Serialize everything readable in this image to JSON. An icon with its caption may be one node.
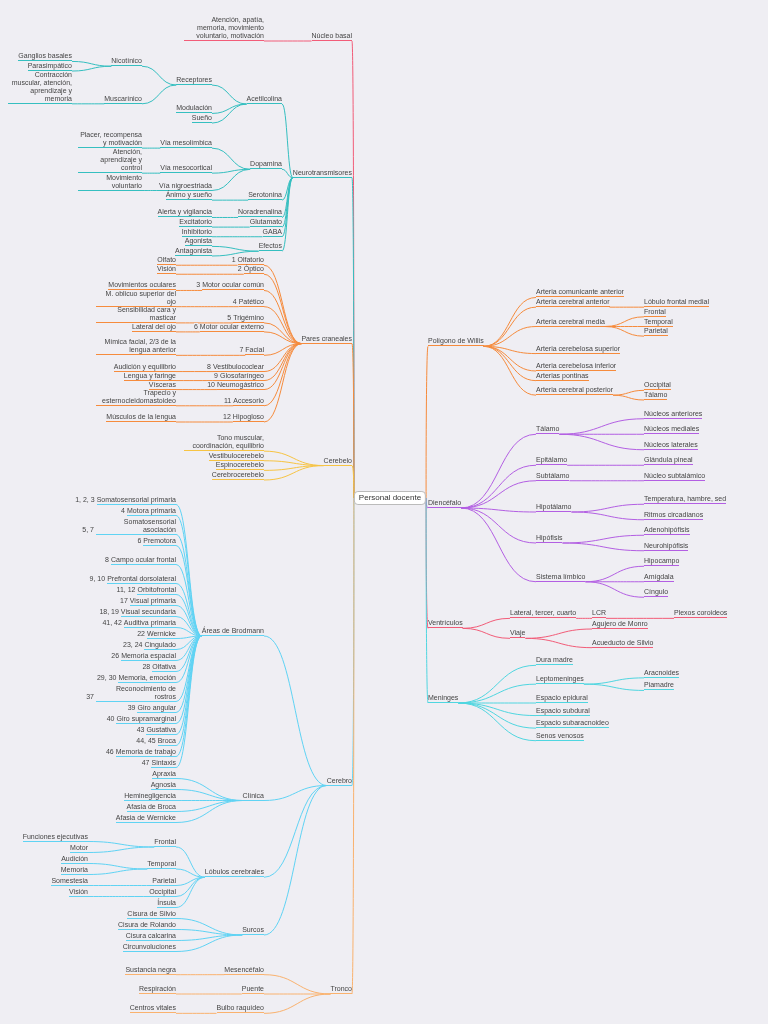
{
  "diagram": {
    "nodes": [
      {
        "text": [
          "Personal docente"
        ]
      },
      {
        "text": [
          "Núcleo basal"
        ]
      },
      {
        "text": [
          "Atención, apatía, memoria, movimiento voluntario, motivación"
        ]
      },
      {
        "text": [
          "Neurotransmisores"
        ]
      },
      {
        "text": [
          "Acetilcolina"
        ]
      },
      {
        "text": [
          "Receptores"
        ]
      },
      {
        "text": [
          "Nicotínico"
        ]
      },
      {
        "text": [
          "Ganglios basales"
        ]
      },
      {
        "text": [
          "Parasimpático"
        ]
      },
      {
        "text": [
          "Muscarínico"
        ]
      },
      {
        "text": [
          "Contracción muscular, atención, aprendizaje y memoria"
        ]
      },
      {
        "text": [
          "Modulación"
        ]
      },
      {
        "text": [
          "Sueño"
        ]
      },
      {
        "text": [
          "Dopamina"
        ]
      },
      {
        "text": [
          "Vía mesolímbica"
        ]
      },
      {
        "text": [
          "Placer, recompensa y motivación"
        ]
      },
      {
        "text": [
          "Vía mesocortical"
        ]
      },
      {
        "text": [
          "Atención, aprendizaje y control"
        ]
      },
      {
        "text": [
          "Vía nigroestriada"
        ]
      },
      {
        "text": [
          "Movimiento voluntario"
        ]
      },
      {
        "text": [
          "Serotonina"
        ]
      },
      {
        "text": [
          "Ánimo y sueño"
        ]
      },
      {
        "text": [
          "Noradrenalina"
        ]
      },
      {
        "text": [
          "Alerta y vigilancia"
        ]
      },
      {
        "text": [
          "Glutamato"
        ]
      },
      {
        "text": [
          "Excitatorio"
        ]
      },
      {
        "text": [
          "GABA"
        ]
      },
      {
        "text": [
          "Inhibitorio"
        ]
      },
      {
        "text": [
          "Efectos"
        ]
      },
      {
        "text": [
          "Agonista"
        ]
      },
      {
        "text": [
          "Antagonista"
        ]
      },
      {
        "text": [
          "Pares craneales"
        ]
      },
      {
        "text": [
          "Olfatorio"
        ],
        "beside": [
          "1"
        ]
      },
      {
        "text": [
          "Olfato"
        ]
      },
      {
        "text": [
          "Óptico"
        ],
        "beside": [
          "2"
        ]
      },
      {
        "text": [
          "Visión"
        ]
      },
      {
        "text": [
          "Motor ocular común"
        ],
        "beside": [
          "3"
        ]
      },
      {
        "text": [
          "Movimientos oculares"
        ]
      },
      {
        "text": [
          "Patético"
        ],
        "beside": [
          "4"
        ]
      },
      {
        "text": [
          "M. oblicuo superior del ojo"
        ]
      },
      {
        "text": [
          "Trigémino"
        ],
        "beside": [
          "5"
        ]
      },
      {
        "text": [
          "Sensibilidad cara y masticar"
        ]
      },
      {
        "text": [
          "Motor ocular externo"
        ],
        "beside": [
          "6"
        ]
      },
      {
        "text": [
          "Lateral del ojo"
        ]
      },
      {
        "text": [
          "Facial"
        ],
        "beside": [
          "7"
        ]
      },
      {
        "text": [
          "Mímica facial, 2/3 de la lengua anterior"
        ]
      },
      {
        "text": [
          "Vestibulococlear"
        ],
        "beside": [
          "8"
        ]
      },
      {
        "text": [
          "Audición y equilibrio"
        ]
      },
      {
        "text": [
          "Glosofaríngeo"
        ],
        "beside": [
          "9"
        ]
      },
      {
        "text": [
          "Lengua y faringe"
        ]
      },
      {
        "text": [
          "Neumogástrico"
        ],
        "beside": [
          "10"
        ]
      },
      {
        "text": [
          "Vísceras"
        ]
      },
      {
        "text": [
          "Accesorio"
        ],
        "beside": [
          "11"
        ]
      },
      {
        "text": [
          "Trapecio y esternocleidomastoideo"
        ]
      },
      {
        "text": [
          "Hipogloso"
        ],
        "beside": [
          "12"
        ]
      },
      {
        "text": [
          "Músculos de la lengua"
        ]
      },
      {
        "text": [
          "Cerebelo"
        ]
      },
      {
        "text": [
          "Tono muscular, coordinación, equilibrio"
        ]
      },
      {
        "text": [
          "Vestibulocerebelo"
        ]
      },
      {
        "text": [
          "Espinocerebelo"
        ]
      },
      {
        "text": [
          "Cerebrocerebelo"
        ]
      },
      {
        "text": [
          "Cerebro"
        ]
      },
      {
        "text": [
          "Áreas de Brodmann"
        ]
      },
      {
        "text": [
          "Somatosensorial primaria"
        ],
        "beside": [
          "1, 2, 3"
        ]
      },
      {
        "text": [
          "Motora primaria"
        ],
        "beside": [
          "4"
        ]
      },
      {
        "text": [
          "Somatosensorial asociación"
        ],
        "beside": [
          "5, 7"
        ]
      },
      {
        "text": [
          "Premotora"
        ],
        "beside": [
          "6"
        ]
      },
      {
        "text": [
          "Campo ocular frontal"
        ],
        "beside": [
          "8"
        ]
      },
      {
        "text": [
          "Prefrontal dorsolateral"
        ],
        "beside": [
          "9, 10"
        ]
      },
      {
        "text": [
          "Orbitofrontal"
        ],
        "beside": [
          "11, 12"
        ]
      },
      {
        "text": [
          "Visual primaria"
        ],
        "beside": [
          "17"
        ]
      },
      {
        "text": [
          "Visual secundaria"
        ],
        "beside": [
          "18, 19"
        ]
      },
      {
        "text": [
          "Auditiva primaria"
        ],
        "beside": [
          "41, 42"
        ]
      },
      {
        "text": [
          "Wernicke"
        ],
        "beside": [
          "22"
        ]
      },
      {
        "text": [
          "Cingulado"
        ],
        "beside": [
          "23, 24"
        ]
      },
      {
        "text": [
          "Memoria espacial"
        ],
        "beside": [
          "26"
        ]
      },
      {
        "text": [
          "Olfativa"
        ],
        "beside": [
          "28"
        ]
      },
      {
        "text": [
          "Memoria, emoción"
        ],
        "beside": [
          "29, 30"
        ]
      },
      {
        "text": [
          "Reconocimiento de rostros"
        ],
        "beside": [
          "37"
        ]
      },
      {
        "text": [
          "Giro angular"
        ],
        "beside": [
          "39"
        ]
      },
      {
        "text": [
          "Giro supramarginal"
        ],
        "beside": [
          "40"
        ]
      },
      {
        "text": [
          "Gustativa"
        ],
        "beside": [
          "43"
        ]
      },
      {
        "text": [
          "Broca"
        ],
        "beside": [
          "44, 45"
        ]
      },
      {
        "text": [
          "Memoria de trabajo"
        ],
        "beside": [
          "46"
        ]
      },
      {
        "text": [
          "Sintaxis"
        ],
        "beside": [
          "47"
        ]
      },
      {
        "text": [
          "Clínica"
        ]
      },
      {
        "text": [
          "Apraxia"
        ]
      },
      {
        "text": [
          "Agnosia"
        ]
      },
      {
        "text": [
          "Heminegligencia"
        ]
      },
      {
        "text": [
          "Afasia de Broca"
        ]
      },
      {
        "text": [
          "Afasia de Wernicke"
        ]
      },
      {
        "text": [
          "Lóbulos cerebrales"
        ]
      },
      {
        "text": [
          "Frontal"
        ]
      },
      {
        "text": [
          "Funciones ejecutivas"
        ]
      },
      {
        "text": [
          "Motor"
        ]
      },
      {
        "text": [
          "Temporal"
        ]
      },
      {
        "text": [
          "Audición"
        ]
      },
      {
        "text": [
          "Memoria"
        ]
      },
      {
        "text": [
          "Parietal"
        ]
      },
      {
        "text": [
          "Somestesia"
        ]
      },
      {
        "text": [
          "Occipital"
        ]
      },
      {
        "text": [
          "Visión"
        ]
      },
      {
        "text": [
          "Ínsula"
        ]
      },
      {
        "text": [
          "Surcos"
        ]
      },
      {
        "text": [
          "Cisura de Silvio"
        ]
      },
      {
        "text": [
          "Cisura de Rolando"
        ]
      },
      {
        "text": [
          "Cisura calcarina"
        ]
      },
      {
        "text": [
          "Circunvoluciones"
        ]
      },
      {
        "text": [
          "Tronco"
        ]
      },
      {
        "text": [
          "Mesencéfalo"
        ]
      },
      {
        "text": [
          "Sustancia negra"
        ]
      },
      {
        "text": [
          "Puente"
        ]
      },
      {
        "text": [
          "Respiración"
        ]
      },
      {
        "text": [
          "Bulbo raquídeo"
        ]
      },
      {
        "text": [
          "Centros vitales"
        ]
      },
      {
        "text": [
          "Polígono de Willis"
        ]
      },
      {
        "text": [
          "Arteria comunicante anterior"
        ]
      },
      {
        "text": [
          "Arteria cerebral anterior"
        ]
      },
      {
        "text": [
          "Lóbulo frontal medial"
        ]
      },
      {
        "text": [
          "Arteria cerebral media"
        ]
      },
      {
        "text": [
          "Frontal"
        ]
      },
      {
        "text": [
          "Temporal"
        ]
      },
      {
        "text": [
          "Parietal"
        ]
      },
      {
        "text": [
          "Arteria cerebelosa superior"
        ]
      },
      {
        "text": [
          "Arteria cerebelosa inferior"
        ]
      },
      {
        "text": [
          "Arterias pontinas"
        ]
      },
      {
        "text": [
          "Arteria cerebral posterior"
        ]
      },
      {
        "text": [
          "Occipital"
        ]
      },
      {
        "text": [
          "Tálamo"
        ]
      },
      {
        "text": [
          "Diencéfalo"
        ]
      },
      {
        "text": [
          "Tálamo"
        ]
      },
      {
        "text": [
          "Núcleos anteriores"
        ]
      },
      {
        "text": [
          "Núcleos mediales"
        ]
      },
      {
        "text": [
          "Núcleos laterales"
        ]
      },
      {
        "text": [
          "Epitálamo"
        ]
      },
      {
        "text": [
          "Glándula pineal"
        ]
      },
      {
        "text": [
          "Subtálamo"
        ]
      },
      {
        "text": [
          "Núcleo subtalámico"
        ]
      },
      {
        "text": [
          "Hipotálamo"
        ]
      },
      {
        "text": [
          "Temperatura, hambre, sed"
        ]
      },
      {
        "text": [
          "Ritmos circadianos"
        ]
      },
      {
        "text": [
          "Hipófisis"
        ]
      },
      {
        "text": [
          "Adenohipófisis"
        ]
      },
      {
        "text": [
          "Neurohipófisis"
        ]
      },
      {
        "text": [
          "Sistema límbico"
        ]
      },
      {
        "text": [
          "Hipocampo"
        ]
      },
      {
        "text": [
          "Amígdala"
        ]
      },
      {
        "text": [
          "Cíngulo"
        ]
      },
      {
        "text": [
          "Ventrículos"
        ]
      },
      {
        "text": [
          "Lateral, tercer, cuarto"
        ]
      },
      {
        "text": [
          "LCR"
        ]
      },
      {
        "text": [
          "Plexos coroideos"
        ]
      },
      {
        "text": [
          "Viaje"
        ]
      },
      {
        "text": [
          "Agujero de Monro"
        ]
      },
      {
        "text": [
          "Acueducto de Silvio"
        ]
      },
      {
        "text": [
          "Meninges"
        ]
      },
      {
        "text": [
          "Dura madre"
        ]
      },
      {
        "text": [
          "Leptomeninges"
        ]
      },
      {
        "text": [
          "Aracnoides"
        ]
      },
      {
        "text": [
          "Piamadre"
        ]
      },
      {
        "text": [
          "Espacio epidural"
        ]
      },
      {
        "text": [
          "Espacio subdural"
        ]
      },
      {
        "text": [
          "Espacio subaracnoideo"
        ]
      },
      {
        "text": [
          "Senos venosos"
        ]
      }
    ],
    "edges": [
      {
        "from": 0,
        "to": 1,
        "arrow": "none",
        "color": "#f25c78"
      },
      {
        "from": 1,
        "to": 2,
        "arrow": "none",
        "color": "#f25c78"
      },
      {
        "from": 0,
        "to": 3,
        "arrow": "none",
        "color": "#35bfc0"
      },
      {
        "from": 3,
        "to": 4,
        "arrow": "none",
        "color": "#35bfc0"
      },
      {
        "from": 4,
        "to": 5,
        "arrow": "none",
        "color": "#35bfc0"
      },
      {
        "from": 5,
        "to": 6,
        "arrow": "none",
        "color": "#35bfc0"
      },
      {
        "from": 6,
        "to": 7,
        "arrow": "none",
        "color": "#35bfc0"
      },
      {
        "from": 6,
        "to": 8,
        "arrow": "none",
        "color": "#35bfc0"
      },
      {
        "from": 5,
        "to": 9,
        "arrow": "none",
        "color": "#35bfc0"
      },
      {
        "from": 9,
        "to": 10,
        "arrow": "none",
        "color": "#35bfc0"
      },
      {
        "from": 4,
        "to": 11,
        "arrow": "none",
        "color": "#35bfc0"
      },
      {
        "from": 4,
        "to": 12,
        "arrow": "none",
        "color": "#35bfc0"
      },
      {
        "from": 3,
        "to": 13,
        "arrow": "none",
        "color": "#35bfc0"
      },
      {
        "from": 13,
        "to": 14,
        "arrow": "none",
        "color": "#35bfc0"
      },
      {
        "from": 14,
        "to": 15,
        "arrow": "none",
        "color": "#35bfc0"
      },
      {
        "from": 13,
        "to": 16,
        "arrow": "none",
        "color": "#35bfc0"
      },
      {
        "from": 16,
        "to": 17,
        "arrow": "none",
        "color": "#35bfc0"
      },
      {
        "from": 13,
        "to": 18,
        "arrow": "none",
        "color": "#35bfc0"
      },
      {
        "from": 18,
        "to": 19,
        "arrow": "none",
        "color": "#35bfc0"
      },
      {
        "from": 3,
        "to": 20,
        "arrow": "none",
        "color": "#35bfc0"
      },
      {
        "from": 20,
        "to": 21,
        "arrow": "none",
        "color": "#35bfc0"
      },
      {
        "from": 3,
        "to": 22,
        "arrow": "none",
        "color": "#35bfc0"
      },
      {
        "from": 22,
        "to": 23,
        "arrow": "none",
        "color": "#35bfc0"
      },
      {
        "from": 3,
        "to": 24,
        "arrow": "none",
        "color": "#35bfc0"
      },
      {
        "from": 24,
        "to": 25,
        "arrow": "none",
        "color": "#35bfc0"
      },
      {
        "from": 3,
        "to": 26,
        "arrow": "none",
        "color": "#35bfc0"
      },
      {
        "from": 26,
        "to": 27,
        "arrow": "none",
        "color": "#35bfc0"
      },
      {
        "from": 3,
        "to": 28,
        "arrow": "none",
        "color": "#35bfc0"
      },
      {
        "from": 28,
        "to": 29,
        "arrow": "none",
        "color": "#35bfc0"
      },
      {
        "from": 28,
        "to": 30,
        "arrow": "none",
        "color": "#35bfc0"
      },
      {
        "from": 0,
        "to": 31,
        "arrow": "none",
        "color": "#f68b3c"
      },
      {
        "from": 31,
        "to": 32,
        "arrow": "none",
        "color": "#f68b3c"
      },
      {
        "from": 32,
        "to": 33,
        "arrow": "none",
        "color": "#f68b3c"
      },
      {
        "from": 31,
        "to": 34,
        "arrow": "none",
        "color": "#f68b3c"
      },
      {
        "from": 34,
        "to": 35,
        "arrow": "none",
        "color": "#f68b3c"
      },
      {
        "from": 31,
        "to": 36,
        "arrow": "none",
        "color": "#f68b3c"
      },
      {
        "from": 36,
        "to": 37,
        "arrow": "none",
        "color": "#f68b3c"
      },
      {
        "from": 31,
        "to": 38,
        "arrow": "none",
        "color": "#f68b3c"
      },
      {
        "from": 38,
        "to": 39,
        "arrow": "none",
        "color": "#f68b3c"
      },
      {
        "from": 31,
        "to": 40,
        "arrow": "none",
        "color": "#f68b3c"
      },
      {
        "from": 40,
        "to": 41,
        "arrow": "none",
        "color": "#f68b3c"
      },
      {
        "from": 31,
        "to": 42,
        "arrow": "none",
        "color": "#f68b3c"
      },
      {
        "from": 42,
        "to": 43,
        "arrow": "none",
        "color": "#f68b3c"
      },
      {
        "from": 31,
        "to": 44,
        "arrow": "none",
        "color": "#f68b3c"
      },
      {
        "from": 44,
        "to": 45,
        "arrow": "none",
        "color": "#f68b3c"
      },
      {
        "from": 31,
        "to": 46,
        "arrow": "none",
        "color": "#f68b3c"
      },
      {
        "from": 46,
        "to": 47,
        "arrow": "none",
        "color": "#f68b3c"
      },
      {
        "from": 31,
        "to": 48,
        "arrow": "none",
        "color": "#f68b3c"
      },
      {
        "from": 48,
        "to": 49,
        "arrow": "none",
        "color": "#f68b3c"
      },
      {
        "from": 31,
        "to": 50,
        "arrow": "none",
        "color": "#f68b3c"
      },
      {
        "from": 50,
        "to": 51,
        "arrow": "none",
        "color": "#f68b3c"
      },
      {
        "from": 31,
        "to": 52,
        "arrow": "none",
        "color": "#f68b3c"
      },
      {
        "from": 52,
        "to": 53,
        "arrow": "none",
        "color": "#f68b3c"
      },
      {
        "from": 31,
        "to": 54,
        "arrow": "none",
        "color": "#f68b3c"
      },
      {
        "from": 54,
        "to": 55,
        "arrow": "none",
        "color": "#f68b3c"
      },
      {
        "from": 0,
        "to": 56,
        "arrow": "none",
        "color": "#f7c443"
      },
      {
        "from": 56,
        "to": 57,
        "arrow": "none",
        "color": "#f7c443"
      },
      {
        "from": 56,
        "to": 58,
        "arrow": "none",
        "color": "#f7c443"
      },
      {
        "from": 56,
        "to": 59,
        "arrow": "none",
        "color": "#f7c443"
      },
      {
        "from": 56,
        "to": 60,
        "arrow": "none",
        "color": "#f7c443"
      },
      {
        "from": 0,
        "to": 61,
        "arrow": "none"
      },
      {
        "from": 61,
        "to": 62,
        "arrow": "none"
      },
      {
        "from": 62,
        "to": 63,
        "arrow": "none"
      },
      {
        "from": 62,
        "to": 64,
        "arrow": "none"
      },
      {
        "from": 62,
        "to": 65,
        "arrow": "none"
      },
      {
        "from": 62,
        "to": 66,
        "arrow": "none"
      },
      {
        "from": 62,
        "to": 67,
        "arrow": "none"
      },
      {
        "from": 62,
        "to": 68,
        "arrow": "none"
      },
      {
        "from": 62,
        "to": 69,
        "arrow": "none"
      },
      {
        "from": 62,
        "to": 70,
        "arrow": "none"
      },
      {
        "from": 62,
        "to": 71,
        "arrow": "none"
      },
      {
        "from": 62,
        "to": 72,
        "arrow": "none"
      },
      {
        "from": 62,
        "to": 73,
        "arrow": "none"
      },
      {
        "from": 62,
        "to": 74,
        "arrow": "none"
      },
      {
        "from": 62,
        "to": 75,
        "arrow": "none"
      },
      {
        "from": 62,
        "to": 76,
        "arrow": "none"
      },
      {
        "from": 62,
        "to": 77,
        "arrow": "none"
      },
      {
        "from": 62,
        "to": 78,
        "arrow": "none"
      },
      {
        "from": 62,
        "to": 79,
        "arrow": "none"
      },
      {
        "from": 62,
        "to": 80,
        "arrow": "none"
      },
      {
        "from": 62,
        "to": 81,
        "arrow": "none"
      },
      {
        "from": 62,
        "to": 82,
        "arrow": "none"
      },
      {
        "from": 62,
        "to": 83,
        "arrow": "none"
      },
      {
        "from": 62,
        "to": 84,
        "arrow": "none"
      },
      {
        "from": 61,
        "to": 85,
        "arrow": "none"
      },
      {
        "from": 85,
        "to": 86,
        "arrow": "none"
      },
      {
        "from": 85,
        "to": 87,
        "arrow": "none"
      },
      {
        "from": 85,
        "to": 88,
        "arrow": "none"
      },
      {
        "from": 85,
        "to": 89,
        "arrow": "none"
      },
      {
        "from": 85,
        "to": 90,
        "arrow": "none"
      },
      {
        "from": 61,
        "to": 91,
        "arrow": "none"
      },
      {
        "from": 91,
        "to": 92,
        "arrow": "none"
      },
      {
        "from": 92,
        "to": 93,
        "arrow": "none"
      },
      {
        "from": 92,
        "to": 94,
        "arrow": "none"
      },
      {
        "from": 91,
        "to": 95,
        "arrow": "none"
      },
      {
        "from": 95,
        "to": 96,
        "arrow": "none"
      },
      {
        "from": 95,
        "to": 97,
        "arrow": "none"
      },
      {
        "from": 91,
        "to": 98,
        "arrow": "none"
      },
      {
        "from": 98,
        "to": 99,
        "arrow": "none"
      },
      {
        "from": 91,
        "to": 100,
        "arrow": "none"
      },
      {
        "from": 100,
        "to": 101,
        "arrow": "none"
      },
      {
        "from": 91,
        "to": 102,
        "arrow": "none"
      },
      {
        "from": 61,
        "to": 103,
        "arrow": "none"
      },
      {
        "from": 103,
        "to": 104,
        "arrow": "none"
      },
      {
        "from": 103,
        "to": 105,
        "arrow": "none"
      },
      {
        "from": 103,
        "to": 106,
        "arrow": "none"
      },
      {
        "from": 103,
        "to": 107,
        "arrow": "none"
      },
      {
        "from": 0,
        "to": 108,
        "arrow": "none",
        "color": "#fab26e"
      },
      {
        "from": 108,
        "to": 109,
        "arrow": "none",
        "color": "#fab26e"
      },
      {
        "from": 109,
        "to": 110,
        "arrow": "none",
        "color": "#fab26e"
      },
      {
        "from": 108,
        "to": 111,
        "arrow": "none",
        "color": "#fab26e"
      },
      {
        "from": 111,
        "to": 112,
        "arrow": "none",
        "color": "#fab26e"
      },
      {
        "from": 108,
        "to": 113,
        "arrow": "none",
        "color": "#fab26e"
      },
      {
        "from": 113,
        "to": 114,
        "arrow": "none",
        "color": "#fab26e"
      },
      {
        "from": 0,
        "to": 115,
        "arrow": "none",
        "color": "#f68b3c"
      },
      {
        "from": 115,
        "to": 116,
        "arrow": "none",
        "color": "#f68b3c"
      },
      {
        "from": 115,
        "to": 117,
        "arrow": "none",
        "color": "#f68b3c"
      },
      {
        "from": 117,
        "to": 118,
        "arrow": "none",
        "color": "#f68b3c"
      },
      {
        "from": 115,
        "to": 119,
        "arrow": "none",
        "color": "#f68b3c"
      },
      {
        "from": 119,
        "to": 120,
        "arrow": "none",
        "color": "#f68b3c"
      },
      {
        "from": 119,
        "to": 121,
        "arrow": "none",
        "color": "#f68b3c"
      },
      {
        "from": 119,
        "to": 122,
        "arrow": "none",
        "color": "#f68b3c"
      },
      {
        "from": 115,
        "to": 123,
        "arrow": "none",
        "color": "#f68b3c"
      },
      {
        "from": 115,
        "to": 124,
        "arrow": "none",
        "color": "#f68b3c"
      },
      {
        "from": 115,
        "to": 125,
        "arrow": "none",
        "color": "#f68b3c"
      },
      {
        "from": 115,
        "to": 126,
        "arrow": "none",
        "color": "#f68b3c"
      },
      {
        "from": 126,
        "to": 127,
        "arrow": "none",
        "color": "#f68b3c"
      },
      {
        "from": 126,
        "to": 128,
        "arrow": "none",
        "color": "#f68b3c"
      },
      {
        "from": 0,
        "to": 129,
        "arrow": "none",
        "color": "#b35fe3"
      },
      {
        "from": 129,
        "to": 130,
        "arrow": "none",
        "color": "#b35fe3"
      },
      {
        "from": 130,
        "to": 131,
        "arrow": "none",
        "color": "#b35fe3"
      },
      {
        "from": 130,
        "to": 132,
        "arrow": "none",
        "color": "#b35fe3"
      },
      {
        "from": 130,
        "to": 133,
        "arrow": "none",
        "color": "#b35fe3"
      },
      {
        "from": 129,
        "to": 134,
        "arrow": "none",
        "color": "#b35fe3"
      },
      {
        "from": 134,
        "to": 135,
        "arrow": "none",
        "color": "#b35fe3"
      },
      {
        "from": 129,
        "to": 136,
        "arrow": "none",
        "color": "#b35fe3"
      },
      {
        "from": 136,
        "to": 137,
        "arrow": "none",
        "color": "#b35fe3"
      },
      {
        "from": 129,
        "to": 138,
        "arrow": "none",
        "color": "#b35fe3"
      },
      {
        "from": 138,
        "to": 139,
        "arrow": "none",
        "color": "#b35fe3"
      },
      {
        "from": 138,
        "to": 140,
        "arrow": "none",
        "color": "#b35fe3"
      },
      {
        "from": 129,
        "to": 141,
        "arrow": "none",
        "color": "#b35fe3"
      },
      {
        "from": 141,
        "to": 142,
        "arrow": "none",
        "color": "#b35fe3"
      },
      {
        "from": 141,
        "to": 143,
        "arrow": "none",
        "color": "#b35fe3"
      },
      {
        "from": 129,
        "to": 144,
        "arrow": "none",
        "color": "#b35fe3"
      },
      {
        "from": 144,
        "to": 145,
        "arrow": "none",
        "color": "#b35fe3"
      },
      {
        "from": 144,
        "to": 146,
        "arrow": "none",
        "color": "#b35fe3"
      },
      {
        "from": 144,
        "to": 147,
        "arrow": "none",
        "color": "#b35fe3"
      },
      {
        "from": 0,
        "to": 148,
        "arrow": "none",
        "color": "#f25c78"
      },
      {
        "from": 148,
        "to": 149,
        "arrow": "none",
        "color": "#f25c78"
      },
      {
        "from": 149,
        "to": 150,
        "arrow": "none",
        "color": "#f25c78"
      },
      {
        "from": 150,
        "to": 151,
        "arrow": "none",
        "color": "#f25c78"
      },
      {
        "from": 148,
        "to": 152,
        "arrow": "none",
        "color": "#f25c78"
      },
      {
        "from": 152,
        "to": 153,
        "arrow": "none",
        "color": "#f25c78"
      },
      {
        "from": 152,
        "to": 154,
        "arrow": "none",
        "color": "#f25c78"
      },
      {
        "from": 0,
        "to": 155,
        "arrow": "none",
        "color": "#4fd6e0"
      },
      {
        "from": 155,
        "to": 156,
        "arrow": "none",
        "color": "#4fd6e0"
      },
      {
        "from": 155,
        "to": 157,
        "arrow": "none",
        "color": "#4fd6e0"
      },
      {
        "from": 157,
        "to": 158,
        "arrow": "none",
        "color": "#4fd6e0"
      },
      {
        "from": 157,
        "to": 159,
        "arrow": "none",
        "color": "#4fd6e0"
      },
      {
        "from": 155,
        "to": 160,
        "arrow": "none",
        "color": "#4fd6e0"
      },
      {
        "from": 155,
        "to": 161,
        "arrow": "none",
        "color": "#4fd6e0"
      },
      {
        "from": 155,
        "to": 162,
        "arrow": "none",
        "color": "#4fd6e0"
      },
      {
        "from": 155,
        "to": 163,
        "arrow": "none",
        "color": "#4fd6e0"
      }
    ]
  }
}
